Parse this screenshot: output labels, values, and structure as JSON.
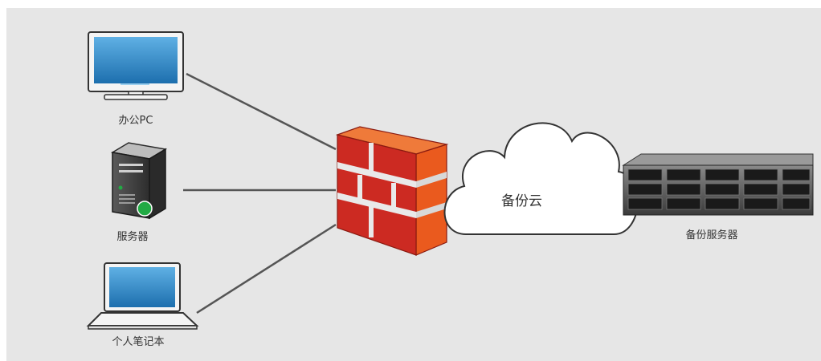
{
  "diagram": {
    "nodes": {
      "office_pc": {
        "label": "办公PC",
        "icon": "monitor-icon"
      },
      "server": {
        "label": "服务器",
        "icon": "server-tower-icon"
      },
      "laptop": {
        "label": "个人笔记本",
        "icon": "laptop-icon"
      },
      "firewall": {
        "icon": "firewall-icon"
      },
      "cloud": {
        "label": "备份云",
        "icon": "cloud-icon"
      },
      "backup_server": {
        "label": "备份服务器",
        "icon": "rack-server-icon"
      }
    },
    "edges": [
      {
        "from": "office_pc",
        "to": "firewall"
      },
      {
        "from": "server",
        "to": "firewall"
      },
      {
        "from": "laptop",
        "to": "firewall"
      }
    ],
    "colors": {
      "background": "#e6e6e6",
      "connector": "#555555",
      "firewall_red": "#cc2a22",
      "firewall_orange": "#ea5a1e",
      "screen_blue": "#2f88c8",
      "status_green": "#22aa44"
    }
  }
}
